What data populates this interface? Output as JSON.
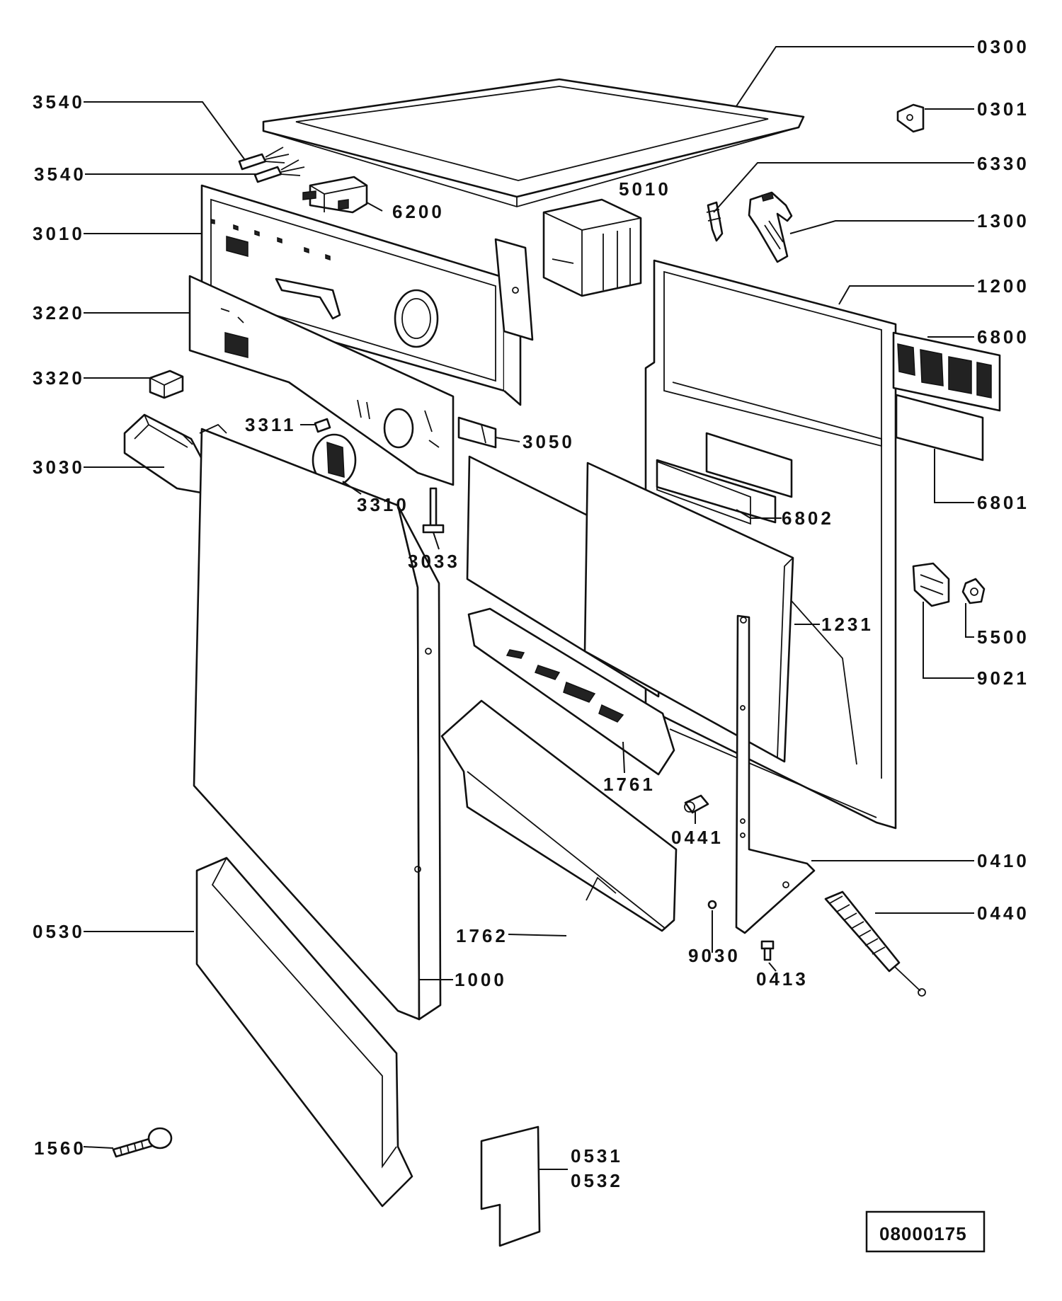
{
  "diagram": {
    "reference_number": "08000175",
    "labels": {
      "p0300": "0300",
      "p0301": "0301",
      "p3540a": "3540",
      "p3540b": "3540",
      "p6330": "6330",
      "p6200": "6200",
      "p5010": "5010",
      "p1300": "1300",
      "p3010": "3010",
      "p1200": "1200",
      "p3220": "3220",
      "p6800": "6800",
      "p3320": "3320",
      "p3311": "3311",
      "p3050": "3050",
      "p3030": "3030",
      "p6801": "6801",
      "p3310": "3310",
      "p6802": "6802",
      "p3033": "3033",
      "p1231": "1231",
      "p5500": "5500",
      "p9021": "9021",
      "p1761": "1761",
      "p0441": "0441",
      "p0410": "0410",
      "p0440": "0440",
      "p0530": "0530",
      "p1762": "1762",
      "p9030": "9030",
      "p0413": "0413",
      "p1000": "1000",
      "p1560": "1560",
      "p0531": "0531",
      "p0532": "0532"
    }
  }
}
